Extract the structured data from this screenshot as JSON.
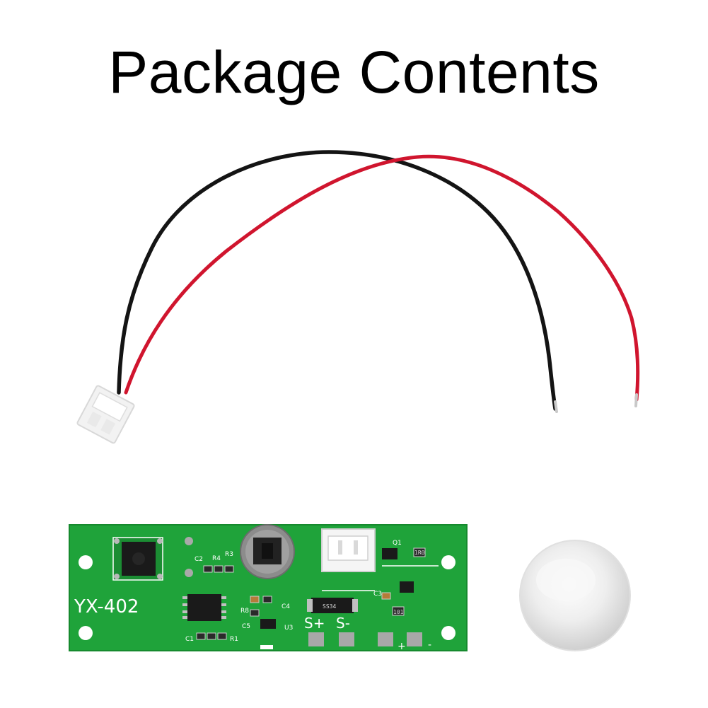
{
  "title": "Package Contents",
  "items": {
    "cable": {
      "icon": "two-wire-cable-with-white-connector",
      "wire_colors": {
        "black": "#111111",
        "red": "#d0152e"
      }
    },
    "board": {
      "label": "YX-402",
      "pad_labels": {
        "s_plus": "S+",
        "s_minus": "S-",
        "plus": "+",
        "minus": "-"
      },
      "component_labels": [
        "C2",
        "R4",
        "R3",
        "C1",
        "R1",
        "R8",
        "C5",
        "C4",
        "U3",
        "Q1",
        "C3",
        "1R0",
        "101",
        "SS34"
      ],
      "pcb_color": "#1fa33a"
    },
    "lens": {
      "icon": "white-dome-lens"
    }
  }
}
